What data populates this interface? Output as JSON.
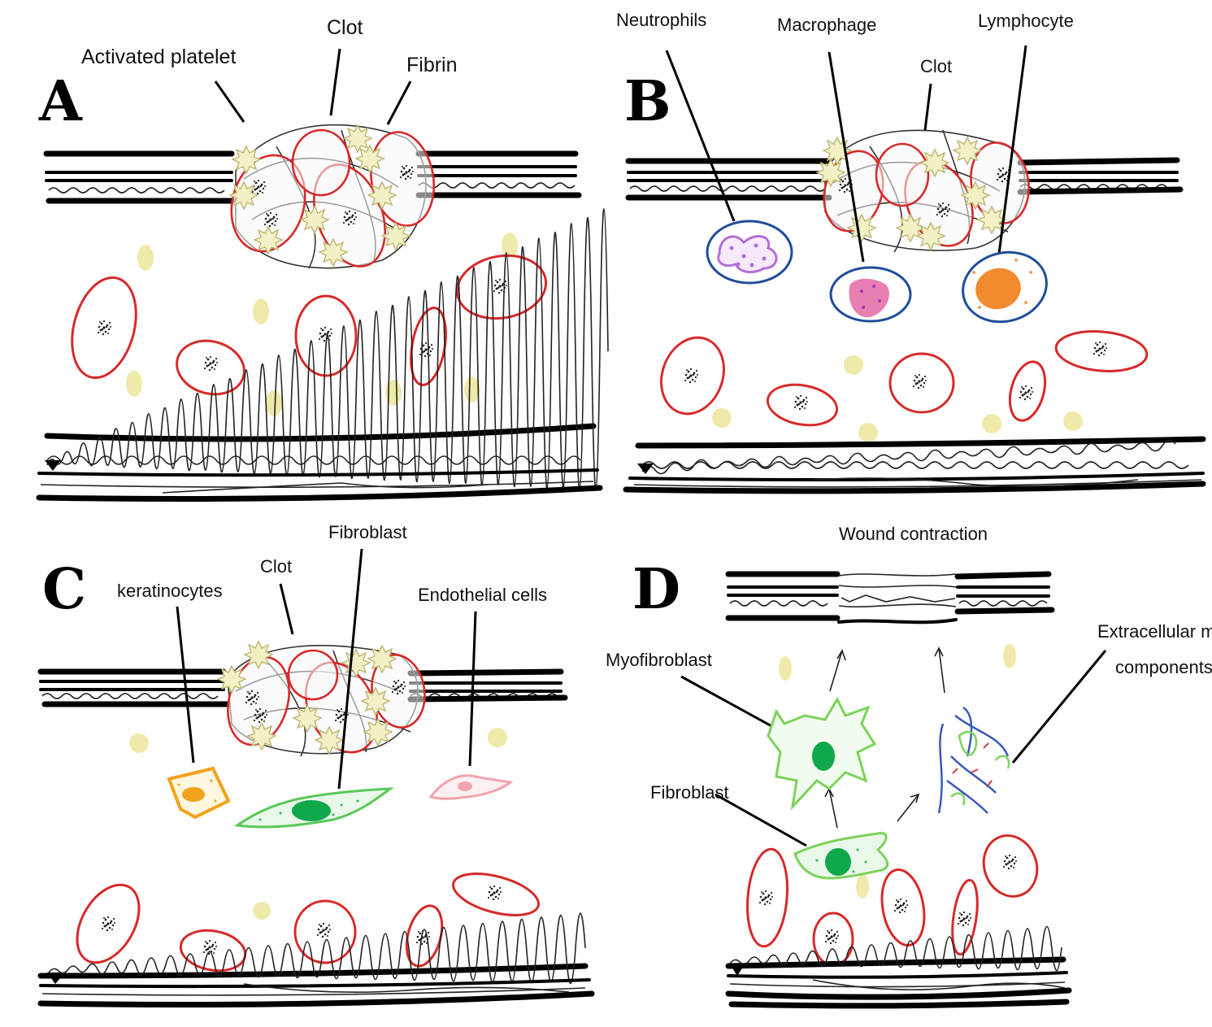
{
  "panels": [
    {
      "letter": "A",
      "labels": {
        "activated_platelet": "Activated platelet",
        "clot": "Clot",
        "fibrin": "Fibrin"
      }
    },
    {
      "letter": "B",
      "labels": {
        "neutrophils": "Neutrophils",
        "macrophage": "Macrophage",
        "lymphocyte": "Lymphocyte",
        "clot": "Clot"
      }
    },
    {
      "letter": "C",
      "labels": {
        "keratinocytes": "keratinocytes",
        "clot": "Clot",
        "fibroblast": "Fibroblast",
        "endothelial": "Endothelial cells"
      }
    },
    {
      "letter": "D",
      "labels": {
        "wound_contraction": "Wound contraction",
        "myofibroblast": "Myofibroblast",
        "fibroblast": "Fibroblast",
        "ecm_line1": "Extracellular matrix",
        "ecm_line2": "components"
      }
    }
  ],
  "colors": {
    "red_blood_cell": "#d62a2a",
    "platelet": "#efeaaa",
    "neutrophil": "#b36fd8",
    "macrophage": "#e77fb0",
    "lymphocyte": "#f28a2e",
    "cell_outline": "#1f4e9a",
    "keratinocyte": "#f2a21c",
    "fibroblast": "#2db84a",
    "endothelial": "#f0a5ae",
    "ecm": "#3a5ab8"
  }
}
